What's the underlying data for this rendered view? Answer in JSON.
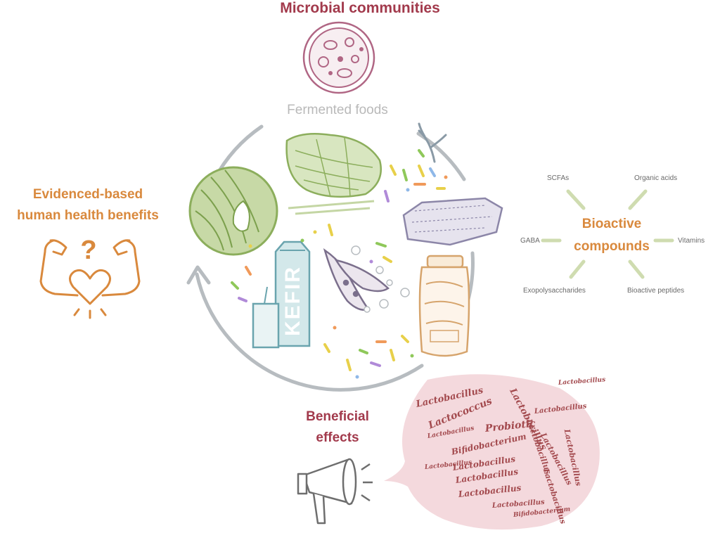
{
  "diagram": {
    "title_top": "Microbial communities",
    "subtitle_center": "Fermented foods",
    "left_title_line1": "Evidenced-based",
    "left_title_line2": "human health benefits",
    "bioactive_title_line1": "Bioactive",
    "bioactive_title_line2": "compounds",
    "bioactive_items": [
      "SCFAs",
      "Organic acids",
      "GABA",
      "Vitamins",
      "Exopolysaccharides",
      "Bioactive peptides"
    ],
    "beneficial_line1": "Beneficial",
    "beneficial_line2": "effects",
    "kefir_label": "KEFIR",
    "health_symbol": "?",
    "species": [
      "Lactobacillus",
      "Lactococcus",
      "Lactobacillus",
      "Probiotic",
      "Bifidobacterium",
      "Lactobacillus",
      "Lactobacillus",
      "Lactobacillus",
      "Lactobacillus",
      "Lactobacillus",
      "Lactobacillus",
      "Lactobacillus",
      "Lactobacillus",
      "Lactobacillus",
      "Lactobacillus",
      "Lactobacillus",
      "Bifidobacterium",
      "Lactobacillus"
    ]
  },
  "colors": {
    "microbial": "#a23a4c",
    "fermented": "#b9b9b9",
    "health": "#d9893d",
    "cycle_arrow": "#b7bcc0",
    "bubble": "#f4d9dd"
  }
}
